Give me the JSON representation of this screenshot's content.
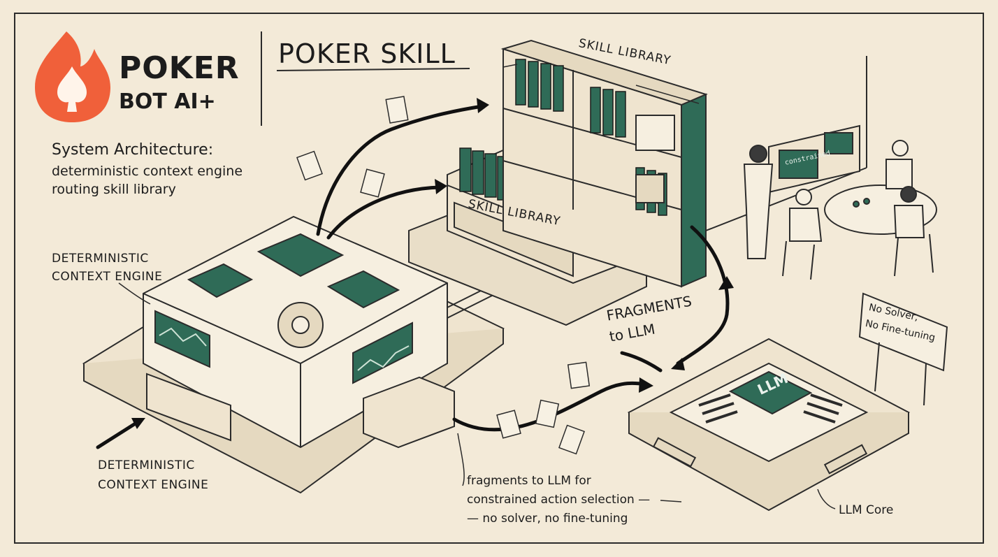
{
  "brand": {
    "line1": "POKER",
    "line2": "BOT AI+"
  },
  "title": "POKER SKILL",
  "system": {
    "heading": "System Architecture:",
    "line2": "deterministic context engine",
    "line3": "routing skill library"
  },
  "labels": {
    "engine_top_1": "DETERMINISTIC",
    "engine_top_2": "CONTEXT ENGINE",
    "engine_bottom_1": "DETERMINISTIC",
    "engine_bottom_2": "CONTEXT ENGINE",
    "skill_library_top": "SKILL LIBRARY",
    "skill_library_box": "SKILL LIBRARY",
    "fragments_1": "FRAGMENTS",
    "fragments_2": "to LLM",
    "llm_chip": "LLM",
    "llm_core": "LLM Core",
    "note_1": "fragments to LLM for",
    "note_2": "constrained action selection —",
    "note_3": "— no solver, no fine-tuning",
    "sign_1": "No Solver,",
    "sign_2": "No Fine-tuning",
    "screen_small": "constrained"
  },
  "colors": {
    "accent": "#2f6b57",
    "paper": "#f3ead8",
    "ink": "#1c1c1c",
    "flame": "#f0603a"
  }
}
